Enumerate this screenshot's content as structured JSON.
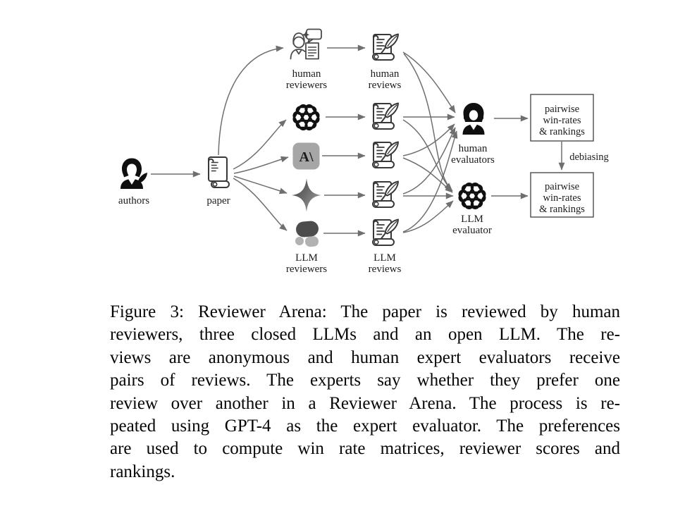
{
  "page": {
    "background": "#ffffff"
  },
  "diagram": {
    "labels": {
      "authors": "authors",
      "paper": "paper",
      "human_reviewers": [
        "human",
        "reviewers"
      ],
      "human_reviews": [
        "human",
        "reviews"
      ],
      "llm_reviewers": [
        "LLM",
        "reviewers"
      ],
      "llm_reviews": [
        "LLM",
        "reviews"
      ],
      "human_evaluators": [
        "human",
        "evaluators"
      ],
      "llm_evaluator": [
        "LLM",
        "evaluator"
      ],
      "human_results_box": [
        "pairwise",
        "win-rates",
        "& rankings"
      ],
      "llm_results_box": [
        "pairwise",
        "win-rates",
        "& rankings"
      ],
      "debiasing": "debiasing"
    },
    "icons": {
      "authors": "author-person-with-quill",
      "paper": "paper-scroll",
      "human_reviewers": "reviewer-person-with-speech-bubble-and-document",
      "review": "review-scroll-with-quill",
      "openai": "openai-logo",
      "anthropic": "anthropic-logo",
      "anthropic_glyph": "A\\",
      "gemini": "gemini-star-logo",
      "open_llm": "open-llm-blob-logo",
      "human_evaluators": "person-with-headset"
    },
    "colors": {
      "arrow": "#6f6f6f",
      "icon_stroke": "#3a3a3a",
      "box_border": "#4d4d4d",
      "anthropic_bg": "#a6a6a6",
      "gemini_dark": "#3c3c3c",
      "gemini_light": "#a3a3a3",
      "blob_dark": "#4c4c4c",
      "blob_light": "#b2b2b2"
    }
  },
  "caption": {
    "lines": [
      "Figure 3: Reviewer Arena: The paper is reviewed by human",
      "reviewers, three closed LLMs and an open LLM. The re-",
      "views are anonymous and human expert evaluators receive",
      "pairs of reviews. The experts say whether they prefer one",
      "review over another in a Reviewer Arena. The process is re-",
      "peated using GPT-4 as the expert evaluator. The preferences",
      "are used to compute win rate matrices, reviewer scores and",
      "rankings."
    ]
  }
}
